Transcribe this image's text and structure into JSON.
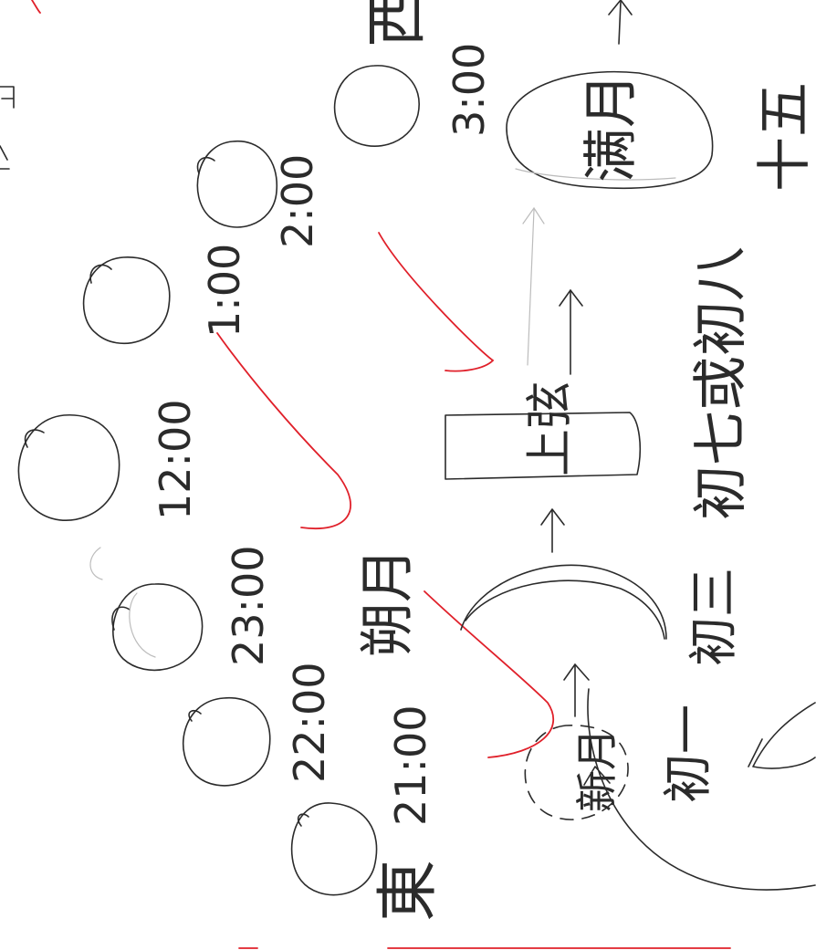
{
  "times": {
    "t2100": "21:00",
    "t2200": "22:00",
    "t2300": "23:00",
    "t1200": "12:00",
    "t100": "1:00",
    "t200": "2:00",
    "t300": "3:00"
  },
  "directions": {
    "east": "東",
    "west": "西"
  },
  "phases": {
    "new_moon": "新月",
    "crescent": "朔月",
    "first_quarter": "上弦",
    "full_moon": "满月"
  },
  "days": {
    "day1": "初一",
    "day3": "初三",
    "day7_8": "初七或初八",
    "day15": "十五"
  },
  "colors": {
    "pencil": "#2b2b2b",
    "red": "#e0202a"
  }
}
